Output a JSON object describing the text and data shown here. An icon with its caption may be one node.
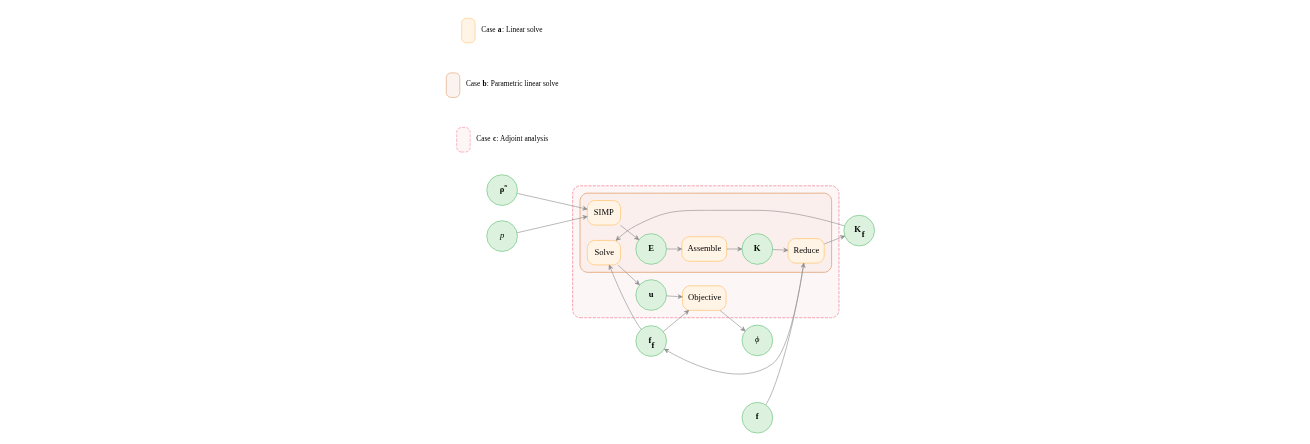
{
  "diagram": {
    "nodes": [
      {
        "text": [
          "ρ̃"
        ]
      },
      {
        "text": [
          "p"
        ]
      },
      {
        "text": [],
        "shape": "box"
      },
      {
        "text": [],
        "shape": "box",
        "in": 2
      },
      {
        "text": [
          "SIMP"
        ],
        "in": 3
      },
      {
        "text": [
          "E"
        ],
        "in": 3
      },
      {
        "text": [
          "Assemble"
        ],
        "in": 3
      },
      {
        "text": [
          "K"
        ],
        "in": 3
      },
      {
        "text": [
          "f"
        ]
      },
      {
        "text": [
          "Reduce"
        ],
        "in": 3
      },
      {
        "text": [
          "K$_{f}$"
        ]
      },
      {
        "text": [
          "Solve"
        ],
        "in": 3
      },
      {
        "text": [
          "f$_{f}$"
        ]
      },
      {
        "text": [
          "u"
        ],
        "in": 2
      },
      {
        "text": [
          "Objective"
        ],
        "in": 2
      },
      {
        "text": [
          "ϕ"
        ]
      }
    ],
    "edges": [
      {
        "from": 0,
        "to": 4,
        "arrow": "to"
      },
      {
        "from": 1,
        "to": 4,
        "arrow": "to"
      },
      {
        "from": 4,
        "to": 5,
        "arrow": "to"
      },
      {
        "from": 5,
        "to": 6,
        "arrow": "to"
      },
      {
        "from": 6,
        "to": 7,
        "arrow": "to"
      },
      {
        "from": 7,
        "to": 9,
        "arrow": "to"
      },
      {
        "from": 8,
        "to": 9,
        "arrow": "to"
      },
      {
        "from": 9,
        "to": 10,
        "arrow": "to"
      },
      {
        "from": 9,
        "to": 12,
        "arrow": "to"
      },
      {
        "from": 10,
        "to": 11,
        "arrow": "to"
      },
      {
        "from": 12,
        "to": 11,
        "arrow": "to"
      },
      {
        "from": 11,
        "to": 13,
        "arrow": "to"
      },
      {
        "from": 13,
        "to": 14,
        "arrow": "to"
      },
      {
        "from": 12,
        "to": 14,
        "arrow": "to"
      },
      {
        "from": 14,
        "to": 15,
        "arrow": "to"
      }
    ],
    "legend": [
      {
        "text": "Case **a**: Linear solve",
        "color": "#fff4e6"
      },
      {
        "text": "Case **b**: Parametric linear solve",
        "color": "#fbf3ef"
      },
      {
        "text": "Case **c**: Adjoint analysis",
        "color": "#fdf5f6"
      }
    ]
  }
}
